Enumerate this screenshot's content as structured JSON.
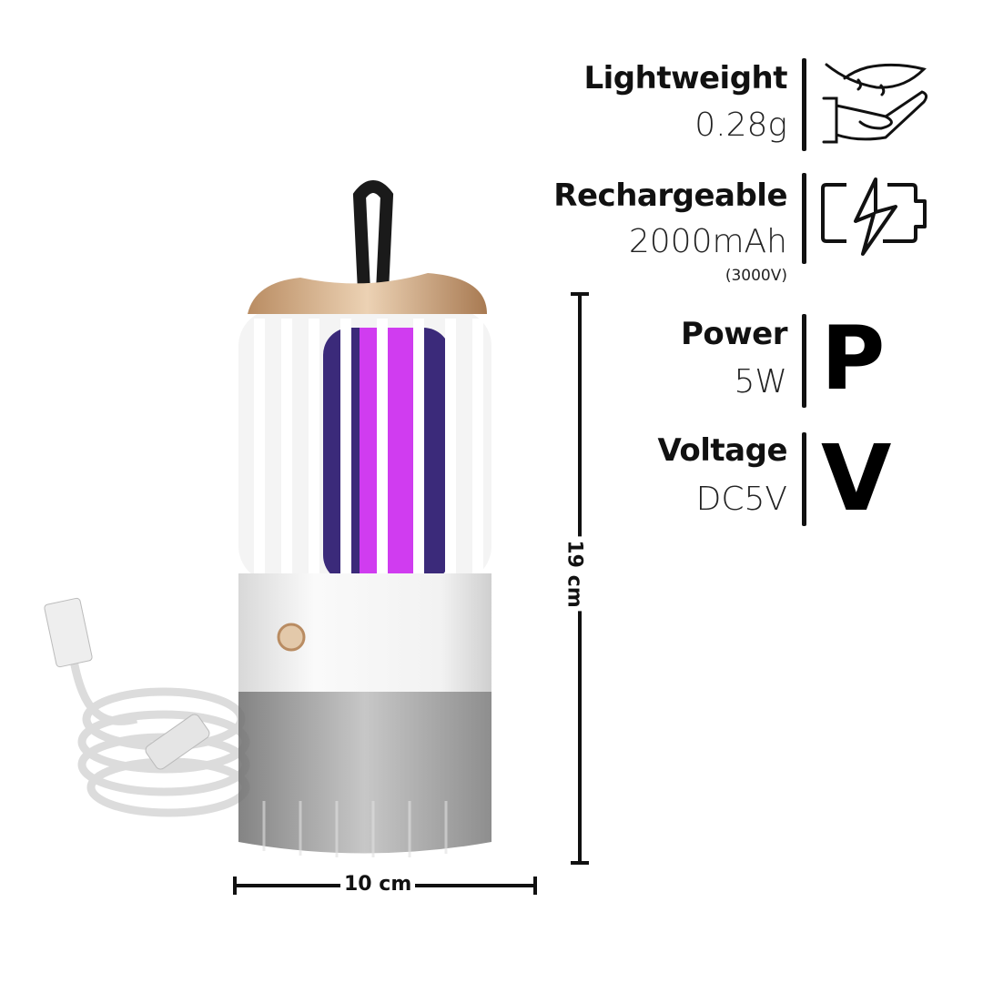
{
  "specs": [
    {
      "title": "Lightweight",
      "value": "0.28g",
      "icon": "feather-hand-icon"
    },
    {
      "title": "Rechargeable",
      "value": "2000mAh",
      "note": "(3000V)",
      "icon": "battery-charging-icon"
    },
    {
      "title": "Power",
      "value": "5W",
      "icon": "letter-p-icon",
      "letter": "P"
    },
    {
      "title": "Voltage",
      "value": "DC5V",
      "icon": "letter-v-icon",
      "letter": "V"
    }
  ],
  "dimensions": {
    "height": "19 cm",
    "width": "10 cm"
  },
  "colors": {
    "uv_glow": "#d03cf0",
    "cap": "#c9a27a",
    "text": "#111111"
  }
}
